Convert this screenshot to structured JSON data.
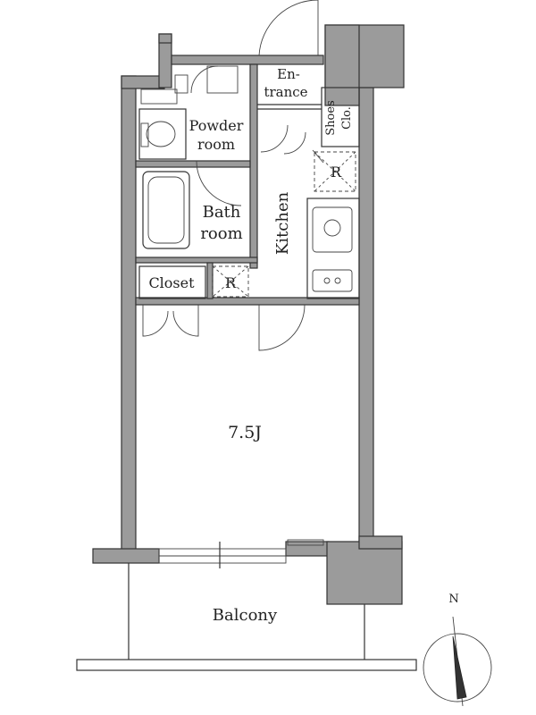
{
  "rooms": {
    "entrance_line1": "En-",
    "entrance_line2": "trance",
    "shoes_line1": "Shoes",
    "shoes_line2": "Clo.",
    "powder_line1": "Powder",
    "powder_line2": "room",
    "bath_line1": "Bath",
    "bath_line2": "room",
    "kitchen": "Kitchen",
    "closet": "Closet",
    "refrigerator_mark_1": "R",
    "refrigerator_mark_2": "R",
    "main_room_size": "7.5J",
    "balcony": "Balcony"
  },
  "compass": {
    "north": "N"
  },
  "colors": {
    "wall": "#9b9b9b",
    "line": "#333333",
    "background": "#ffffff"
  }
}
